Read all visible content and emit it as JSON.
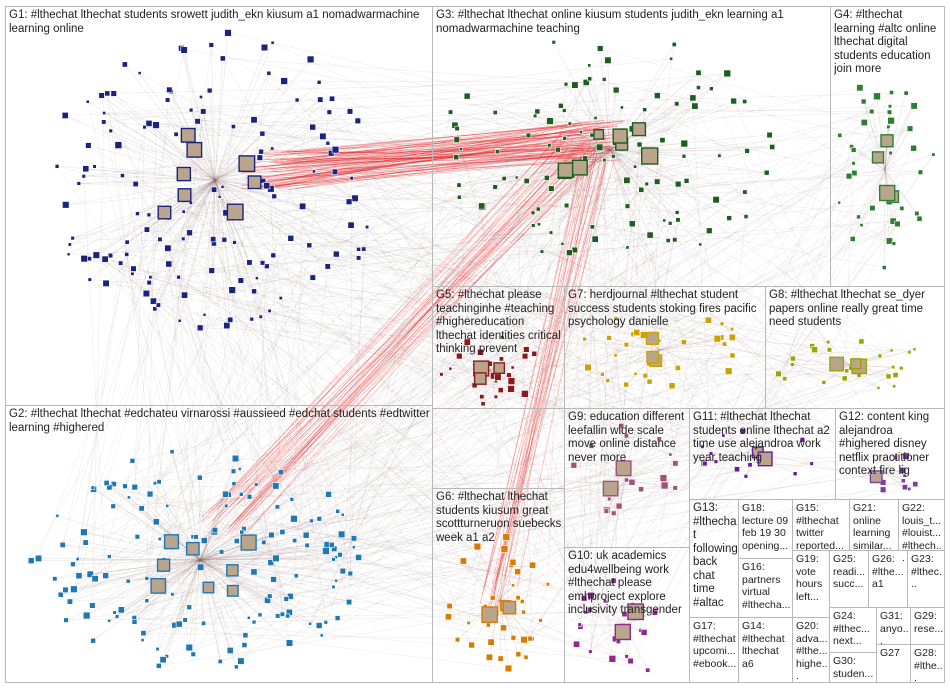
{
  "graph": {
    "colors": {
      "edge": "#8a6b6b",
      "highlight_edge": "#e31a1c",
      "panel_border": "#b8b8b8",
      "G1": "#1a237e",
      "G2": "#1f78b4",
      "G3": "#1b5e20",
      "G4": "#2e7d32",
      "G5": "#8b1a1a",
      "G6": "#d97b00",
      "G7": "#c9a400",
      "G8": "#9aa600",
      "G9": "#a0527a",
      "G10": "#8e2a8e",
      "G11": "#6a1b9a",
      "G12": "#7b3fa0"
    },
    "groups": [
      {
        "id": "G1",
        "label": "G1: #lthechat lthechat students srowett judith_ekn kiusum a1 nomadwarmachine learning online"
      },
      {
        "id": "G2",
        "label": "G2: #lthechat lthechat #edchateu virnarossi #aussieed #edchat students #edtwitter learning #highered"
      },
      {
        "id": "G3",
        "label": "G3: #lthechat lthechat online kiusum students judith_ekn learning a1 nomadwarmachine teaching"
      },
      {
        "id": "G4",
        "label": "G4: #lthechat learning #altc online lthechat digital students education join more"
      },
      {
        "id": "G5",
        "label": "G5: #lthechat please teachinginhe #teaching #highereducation lthechat identities critical thinking prevent"
      },
      {
        "id": "G6",
        "label": "G6: #lthechat lthechat students kiusum great scottturneruon suebecks week a1 a2"
      },
      {
        "id": "G7",
        "label": "G7: herdjournal #lthechat student success students stoking fires pacific psychology danielle"
      },
      {
        "id": "G8",
        "label": "G8: #lthechat lthechat se_dyer papers online really great time need students"
      },
      {
        "id": "G9",
        "label": "G9: education different leefallin wide scale move online distance never more"
      },
      {
        "id": "G10",
        "label": "G10: uk academics edu4wellbeing work #lthechat please emhproject explore inclusivity transgender"
      },
      {
        "id": "G11",
        "label": "G11: #lthechat lthechat students online lthechat a2 time use alejandroa work year teaching"
      },
      {
        "id": "G12",
        "label": "G12: content king alejandroa #highered disney netflix practitioner context fire lig"
      },
      {
        "id": "G13",
        "label": "G13: #lthechat following back chat time #altac"
      },
      {
        "id": "G14",
        "label": "G14: #lthechat lthechat a6"
      },
      {
        "id": "G15",
        "label": "G15: #lthechat twitter reported..."
      },
      {
        "id": "G16",
        "label": "G16: partners virtual #lthecha..."
      },
      {
        "id": "G17",
        "label": "G17: #lthechat upcomi... #ebook..."
      },
      {
        "id": "G18",
        "label": "G18: lecture 09 feb 19 30 opening..."
      },
      {
        "id": "G19",
        "label": "G19: vote hours left..."
      },
      {
        "id": "G20",
        "label": "G20: adva... #lthe... highe..."
      },
      {
        "id": "G21",
        "label": "G21: online learning similar..."
      },
      {
        "id": "G22",
        "label": "G22: louis_t... #louist... #lthech..."
      },
      {
        "id": "G23",
        "label": "G23: #lthec..."
      },
      {
        "id": "G24",
        "label": "G24: #lthec... next..."
      },
      {
        "id": "G25",
        "label": "G25: readi... succ..."
      },
      {
        "id": "G26",
        "label": "G26: #lthe... a1"
      },
      {
        "id": "G27",
        "label": "G27"
      },
      {
        "id": "G28",
        "label": "G28: #lthe..."
      },
      {
        "id": "G29",
        "label": "G29: rese..."
      },
      {
        "id": "G30",
        "label": "G30: studen..."
      },
      {
        "id": "G31",
        "label": "G31: anyo..."
      }
    ]
  }
}
